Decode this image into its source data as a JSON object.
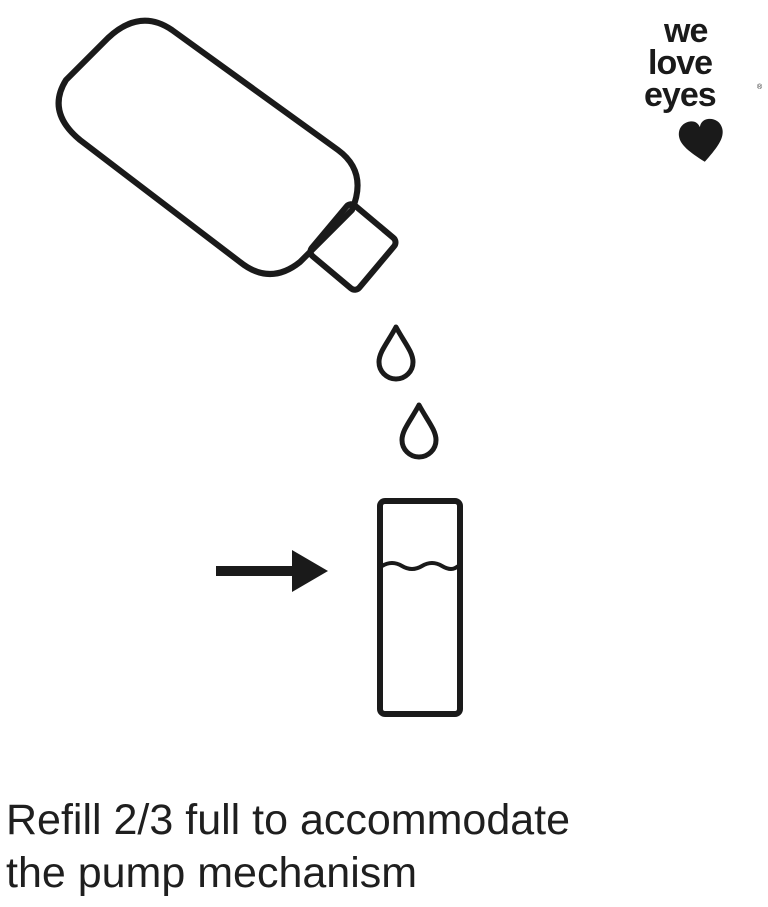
{
  "logo": {
    "line1": "we",
    "line2": "love",
    "line3": "eyes",
    "registered_mark": "®",
    "heart_icon": "heart-icon"
  },
  "illustration": {
    "bottle_icon": "bottle-icon",
    "drop_icon": "water-drop-icon",
    "container_icon": "pump-container-icon",
    "arrow_icon": "arrow-right-icon",
    "stroke_color": "#1a1a1a",
    "fill_level_fraction": 0.67
  },
  "caption": {
    "line1": "Refill 2/3 full to accommodate",
    "line2": "the pump mechanism"
  }
}
